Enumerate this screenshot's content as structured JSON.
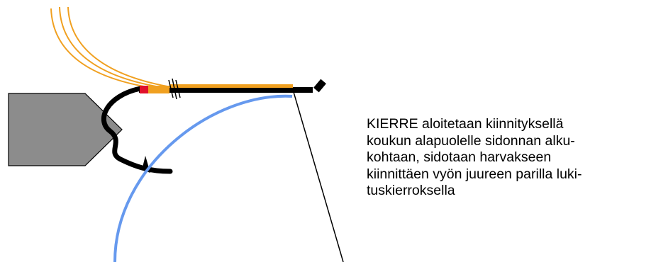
{
  "caption": {
    "lines": [
      "KIERRE aloitetaan kiinnityksellä",
      "koukun alapuolelle sidonnan alku-",
      "kohtaan, sidotaan harvakseen",
      "kiinnittäen vyön juureen parilla luki-",
      "tuskierroksella"
    ]
  },
  "colors": {
    "vise_jaw": "#8c8c8c",
    "hook": "#000000",
    "tinsel_fibers": "#f0a020",
    "thread_tag": "#e0102a",
    "hand_arc": "#6699ee",
    "line": "#000000"
  },
  "icons": [
    "vise-jaw-icon",
    "hook-icon",
    "tinsel-fibers-icon",
    "thread-tag-icon",
    "hand-arc-icon",
    "tying-line-icon"
  ]
}
